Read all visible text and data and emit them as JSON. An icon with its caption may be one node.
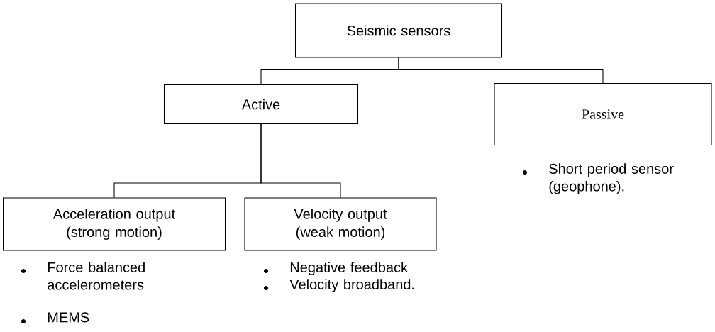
{
  "diagram": {
    "nodes": [
      {
        "text": [
          "Seismic sensors"
        ]
      },
      {
        "text": [
          "Active"
        ]
      },
      {
        "text": [
          "Passive"
        ],
        "beside": [
          "Short period sensor (geophone)."
        ]
      },
      {
        "text": [
          "Acceleration output (strong motion)"
        ],
        "beside": [
          "Force balanced accelerometers",
          "MEMS"
        ]
      },
      {
        "text": [
          "Velocity output (weak motion)"
        ],
        "beside": [
          "Negative feedback",
          "Velocity broadband."
        ]
      }
    ],
    "edges": [
      {
        "from": 0,
        "to": 1,
        "arrow": "none"
      },
      {
        "from": 0,
        "to": 2,
        "arrow": "none"
      },
      {
        "from": 1,
        "to": 3,
        "arrow": "none"
      },
      {
        "from": 1,
        "to": 4,
        "arrow": "none"
      }
    ]
  }
}
